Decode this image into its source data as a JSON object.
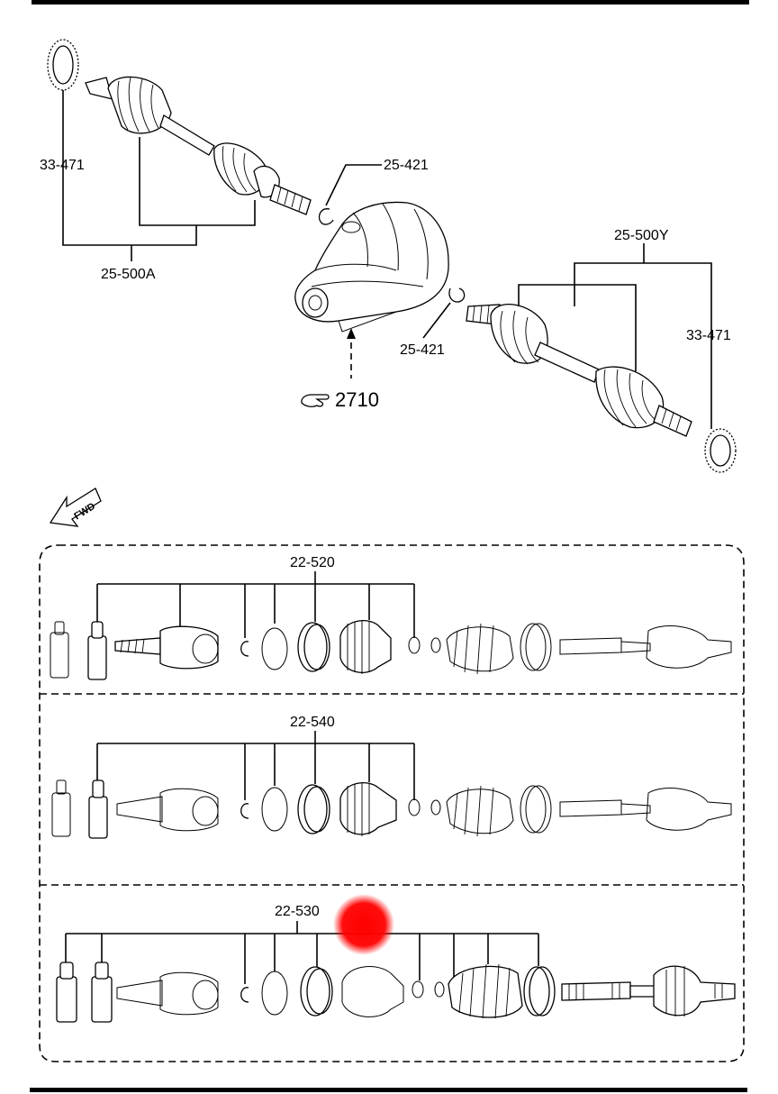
{
  "labels": {
    "ring_left": "33-471",
    "shaft_left": "25-500A",
    "clip_top": "25-421",
    "clip_bottom": "25-421",
    "shaft_right": "25-500Y",
    "ring_right": "33-471",
    "ref": "2710",
    "fwd": "FWD"
  },
  "kits": [
    {
      "label": "22-520"
    },
    {
      "label": "22-540"
    },
    {
      "label": "22-530"
    }
  ],
  "colors": {
    "line": "#000000",
    "marker": "#ff0000",
    "background": "#ffffff"
  },
  "icons": {
    "ref_hand": "pointing-hand-icon",
    "fwd_arrow": "forward-arrow-icon"
  }
}
